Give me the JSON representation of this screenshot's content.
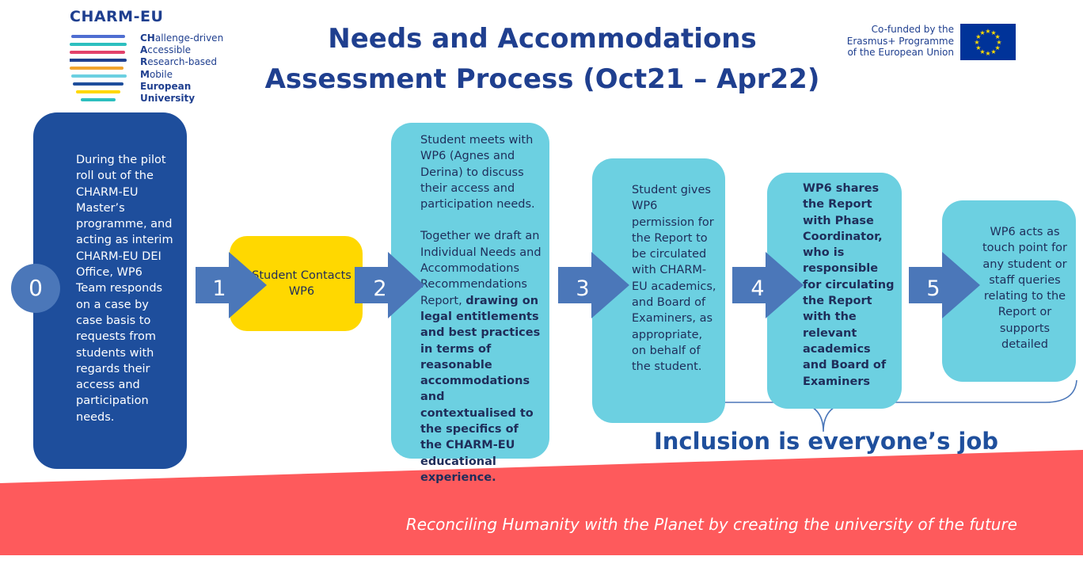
{
  "logo": {
    "name": "CHARM-EU",
    "words": [
      {
        "bold": "CH",
        "rest": "allenge-driven"
      },
      {
        "bold": "A",
        "rest": "ccessible"
      },
      {
        "bold": "R",
        "rest": "esearch-based"
      },
      {
        "bold": "M",
        "rest": "obile"
      },
      {
        "bold": "European",
        "rest": ""
      },
      {
        "bold": "University",
        "rest": ""
      }
    ],
    "stripe_colors": [
      "#4f6ed1",
      "#2dbfbf",
      "#e2416b",
      "#1f3f8f",
      "#f2a52e",
      "#6cd0e1",
      "#1e4e9c",
      "#ffd800"
    ]
  },
  "title": {
    "line1": "Needs and Accommodations",
    "line2": "Assessment Process (Oct21 – Apr22)"
  },
  "eu": {
    "line1": "Co-funded by the",
    "line2": "Erasmus+ Programme",
    "line3": "of the European Union",
    "flag_color": "#003399",
    "star_color": "#ffdd00"
  },
  "steps": {
    "s0": {
      "number": "0",
      "text": "During the pilot roll out of the CHARM-EU Master’s programme, and acting as interim CHARM-EU DEI Office, WP6 Team responds on a case by case basis to requests from students with regards their access and participation needs."
    },
    "s1": {
      "number": "1",
      "text": "Student Contacts WP6"
    },
    "s2": {
      "number": "2",
      "para1": "Student meets with WP6 (Agnes and Derina) to discuss their access and participation needs.",
      "para2_plain": "Together we draft an Individual Needs and Accommodations Recommendations Report, ",
      "para2_bold": "drawing on legal entitlements and best practices in terms of reasonable accommodations and contextualised to the specifics of the CHARM-EU educational experience."
    },
    "s3": {
      "number": "3",
      "text": "Student gives WP6 permission for the Report to be circulated with CHARM-EU academics, and Board of Examiners, as appropriate, on behalf of the student."
    },
    "s4": {
      "number": "4",
      "text": "WP6 shares the Report with Phase Coordinator, who is responsible for circulating the Report with the relevant academics and Board of Examiners"
    },
    "s5": {
      "number": "5",
      "text": "WP6 acts as touch point for any student or staff queries relating to the Report or supports detailed"
    }
  },
  "slogan": "Inclusion is everyone’s job",
  "footer": {
    "text": "Reconciling Humanity with the Planet by creating the university of the future",
    "color": "#fe5a5c"
  },
  "colors": {
    "dark_blue": "#1e4e9c",
    "arrow_blue": "#4b77b9",
    "cyan": "#6cd0e1",
    "yellow": "#ffd800",
    "title_blue": "#1f3f8f"
  }
}
